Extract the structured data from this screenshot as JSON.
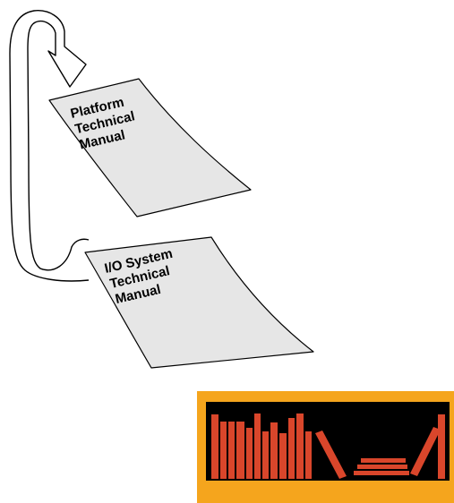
{
  "manuals": [
    {
      "lines": [
        "Platform",
        "Technical",
        "Manual"
      ]
    },
    {
      "lines": [
        "I/O System",
        "Technical",
        "Manual"
      ]
    }
  ],
  "colors": {
    "paper": "#e6e6e6",
    "outline": "#000000",
    "shelf_frame": "#f5a51d",
    "shelf_back": "#000000",
    "book": "#d9462b"
  },
  "icons": [
    "curved-arrow-icon",
    "document-icon",
    "bookshelf-icon"
  ]
}
